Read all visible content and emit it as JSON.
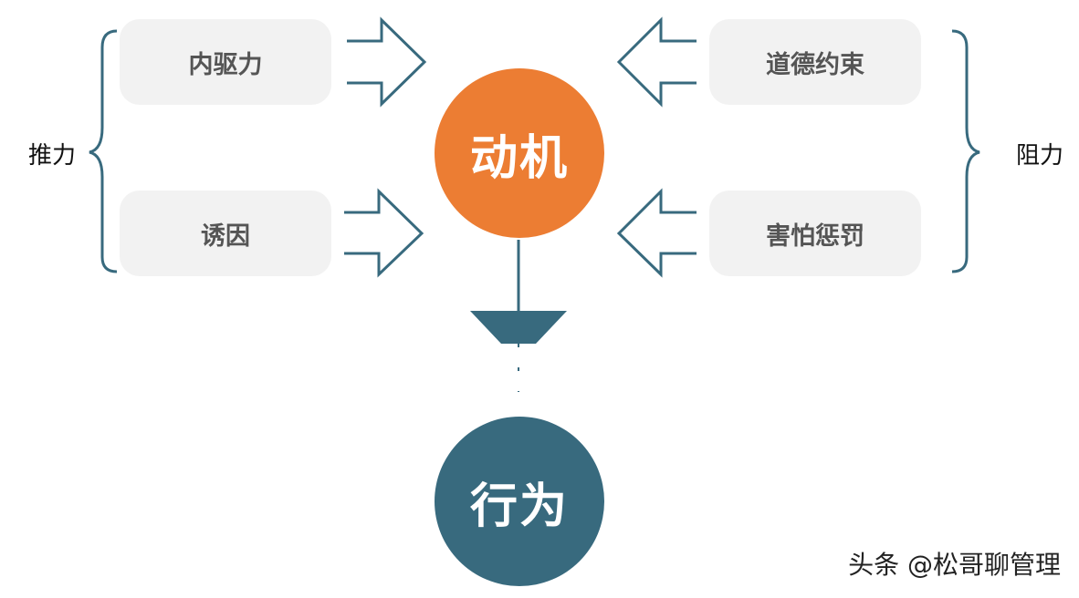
{
  "boxes": {
    "inner_drive": "内驱力",
    "temptation": "诱因",
    "moral_constraint": "道德约束",
    "fear_punishment": "害怕惩罚"
  },
  "labels": {
    "push": "推力",
    "resistance": "阻力"
  },
  "circles": {
    "motive": "动机",
    "behavior": "行为"
  },
  "colors": {
    "motive": "#ec7d33",
    "behavior": "#386a7e",
    "arrow_stroke": "#386a7e",
    "box_fill": "#f2f2f2"
  },
  "watermark": "头条 @松哥聊管理"
}
